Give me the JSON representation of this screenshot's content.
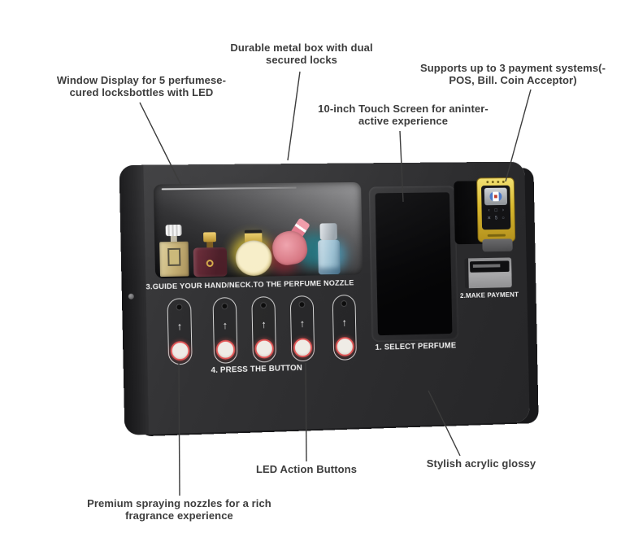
{
  "figure": {
    "subject": "Wall-mounted perfume vending machine feature diagram"
  },
  "callouts": {
    "window_display": {
      "lines": [
        "Window Display for 5 perfumese-",
        "cured locksbottles with LED"
      ]
    },
    "metal_box": {
      "lines": [
        "Durable metal box with dual",
        "secured locks"
      ]
    },
    "payment_systems": {
      "lines": [
        "Supports up to 3 payment systems(-",
        "POS, Bill. Coin Acceptor)"
      ]
    },
    "touch_screen": {
      "lines": [
        "10-inch Touch Screen for aninter-",
        "active experience"
      ]
    },
    "led_buttons": {
      "lines": [
        "LED Action Buttons"
      ]
    },
    "acrylic": {
      "lines": [
        "Stylish acrylic glossy"
      ]
    },
    "nozzles": {
      "lines": [
        "Premium spraying nozzles for a rich",
        "fragrance experience"
      ]
    }
  },
  "machine": {
    "steps": {
      "select_perfume": "1. SELECT PERFUME",
      "make_payment": "2.MAKE PAYMENT",
      "guide_nozzle": "3.GUIDE YOUR HAND/NECK.TO THE PERFUME NOZZLE",
      "press_button": "4. PRESS THE BUTTON"
    },
    "action_button_arrow": "↑",
    "bottles": [
      "gold classic bottle",
      "maroon bottle with gold cap",
      "round gold bottle",
      "pink heart bottle",
      "blue cylinder bottle"
    ],
    "colors": {
      "body": "#2e2e30",
      "led_ring": "#e25555",
      "terminal_yellow": "#d9b92e",
      "callout_text": "#3c3c3c"
    }
  }
}
